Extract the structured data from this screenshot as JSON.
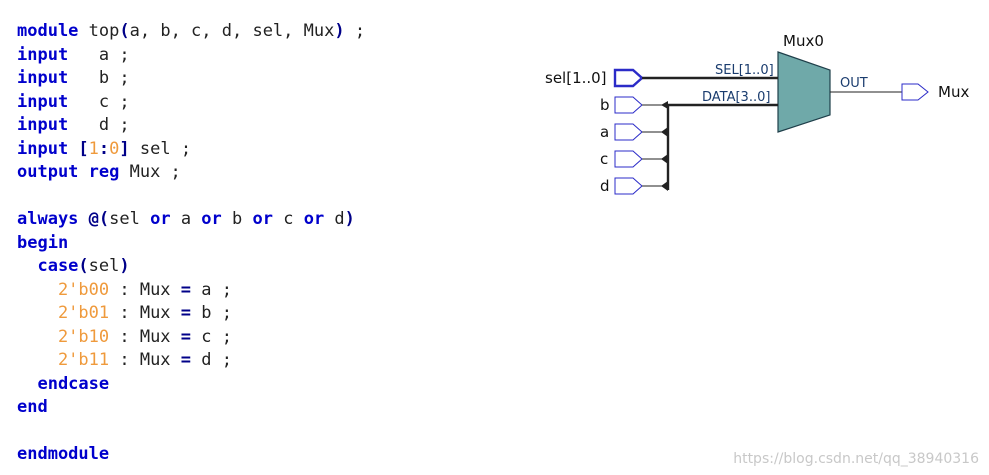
{
  "code": {
    "l1": {
      "kw": "module",
      "name": "top",
      "paren_open": "(",
      "args": "a, b, c, d, sel, Mux",
      "paren_close": ")",
      "semi": " ;"
    },
    "l2": {
      "kw": "input",
      "name": "   a ;"
    },
    "l3": {
      "kw": "input",
      "name": "   b ;"
    },
    "l4": {
      "kw": "input",
      "name": "   c ;"
    },
    "l5": {
      "kw": "input",
      "name": "   d ;"
    },
    "l6": {
      "kw": "input",
      "br_open": " [",
      "hi": "1",
      "colon": ":",
      "lo": "0",
      "br_close": "]",
      "name": " sel ;"
    },
    "l7": {
      "kw1": "output",
      "kw2": " reg",
      "name": " Mux ;"
    },
    "l9": {
      "kw": "always",
      "at": " @(",
      "s1": "sel ",
      "or1": "or",
      "s2": " a ",
      "or2": "or",
      "s3": " b ",
      "or3": "or",
      "s4": " c ",
      "or4": "or",
      "s5": " d",
      "close": ")"
    },
    "l10": {
      "kw": "begin"
    },
    "l11": {
      "kw": "  case",
      "open": "(",
      "sel": "sel",
      "close": ")"
    },
    "cases": [
      {
        "val": "    2'b00",
        "rest": " : Mux ",
        "eq": "=",
        "target": " a ;"
      },
      {
        "val": "    2'b01",
        "rest": " : Mux ",
        "eq": "=",
        "target": " b ;"
      },
      {
        "val": "    2'b10",
        "rest": " : Mux ",
        "eq": "=",
        "target": " c ;"
      },
      {
        "val": "    2'b11",
        "rest": " : Mux ",
        "eq": "=",
        "target": " d ;"
      }
    ],
    "l16": {
      "kw": "  endcase"
    },
    "l17": {
      "kw": "end"
    },
    "l19": {
      "kw": "endmodule"
    }
  },
  "schematic": {
    "mux_name": "Mux0",
    "sel_pin": "sel[1..0]",
    "inputs": [
      "b",
      "a",
      "c",
      "d"
    ],
    "sel_port": "SEL[1..0]",
    "data_port": "DATA[3..0]",
    "out_port": "OUT",
    "output_pin": "Mux",
    "colors": {
      "mux_fill": "#6fa9a9",
      "pin": "#2b2bc8",
      "wire": "#222222"
    }
  },
  "watermark": "https://blog.csdn.net/qq_38940316"
}
